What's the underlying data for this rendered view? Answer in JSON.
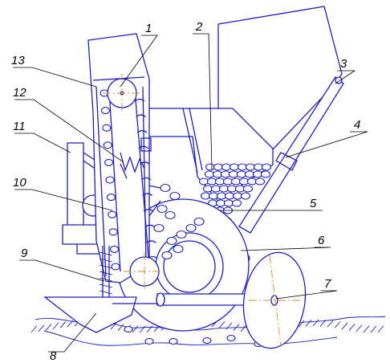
{
  "colors": {
    "line": "#1f1fbf",
    "axis": "#e08a2a",
    "leader": "#000000",
    "background": "#ffffff"
  },
  "callouts": [
    {
      "id": "1",
      "text": "1"
    },
    {
      "id": "2",
      "text": "2"
    },
    {
      "id": "3",
      "text": "3"
    },
    {
      "id": "4",
      "text": "4"
    },
    {
      "id": "5",
      "text": "5"
    },
    {
      "id": "6",
      "text": "6"
    },
    {
      "id": "7",
      "text": "7"
    },
    {
      "id": "8",
      "text": "8"
    },
    {
      "id": "9",
      "text": "9"
    },
    {
      "id": "10",
      "text": "10"
    },
    {
      "id": "11",
      "text": "11"
    },
    {
      "id": "12",
      "text": "12"
    },
    {
      "id": "13",
      "text": "13"
    }
  ]
}
